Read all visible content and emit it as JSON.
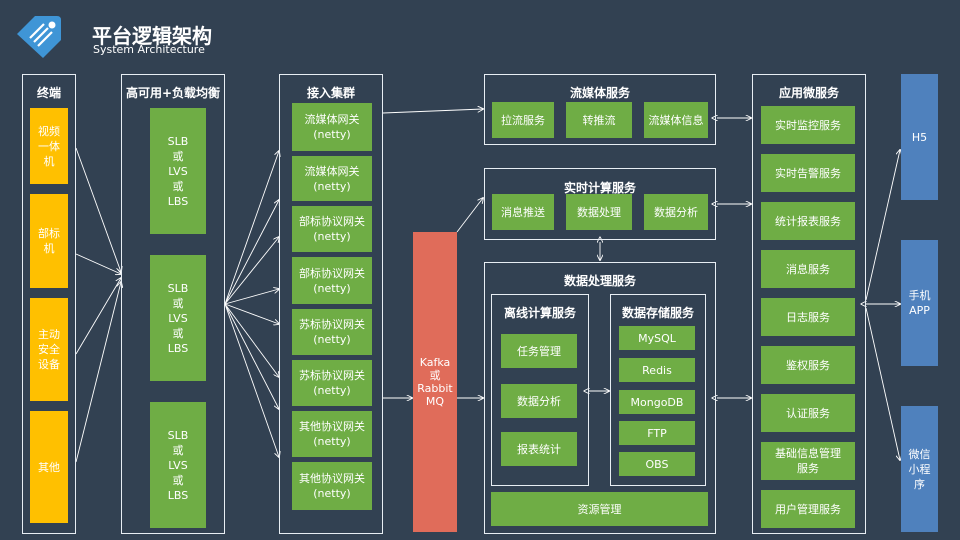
{
  "header": {
    "title": "平台逻辑架构",
    "subtitle": "System Architecture",
    "logo_icon": "tag-icon"
  },
  "terminal": {
    "title": "终端",
    "items": [
      "视频一体机",
      "部标机",
      "主动安全设备",
      "其他"
    ]
  },
  "lb": {
    "title": "高可用+负载均衡",
    "items": [
      "SLB\n或\nLVS\n或\nLBS",
      "SLB\n或\nLVS\n或\nLBS",
      "SLB\n或\nLVS\n或\nLBS"
    ]
  },
  "access": {
    "title": "接入集群",
    "items": [
      "流媒体网关\n(netty)",
      "流媒体网关\n(netty)",
      "部标协议网关\n(netty)",
      "部标协议网关\n(netty)",
      "苏标协议网关\n(netty)",
      "苏标协议网关\n(netty)",
      "其他协议网关\n(netty)",
      "其他协议网关\n(netty)"
    ]
  },
  "mq": {
    "label": "Kafka\n或\nRabbit\nMQ"
  },
  "streaming": {
    "title": "流媒体服务",
    "items": [
      "拉流服务",
      "转推流",
      "流媒体信息"
    ]
  },
  "realtime": {
    "title": "实时计算服务",
    "items": [
      "消息推送",
      "数据处理",
      "数据分析"
    ]
  },
  "dataproc": {
    "title": "数据处理服务",
    "offline": {
      "title": "离线计算服务",
      "items": [
        "任务管理",
        "数据分析",
        "报表统计"
      ]
    },
    "storage": {
      "title": "数据存储服务",
      "items": [
        "MySQL",
        "Redis",
        "MongoDB",
        "FTP",
        "OBS"
      ]
    },
    "resource": "资源管理"
  },
  "apps": {
    "title": "应用微服务",
    "items": [
      "实时监控服务",
      "实时告警服务",
      "统计报表服务",
      "消息服务",
      "日志服务",
      "鉴权服务",
      "认证服务",
      "基础信息管理\n服务",
      "用户管理服务"
    ]
  },
  "clients": {
    "items": [
      "H5",
      "手机\nAPP",
      "微信\n小程序"
    ]
  },
  "colors": {
    "background": "#324152",
    "green": "#6fad45",
    "yellow": "#ffc000",
    "blue": "#4f81bd",
    "red": "#e06c5a"
  }
}
